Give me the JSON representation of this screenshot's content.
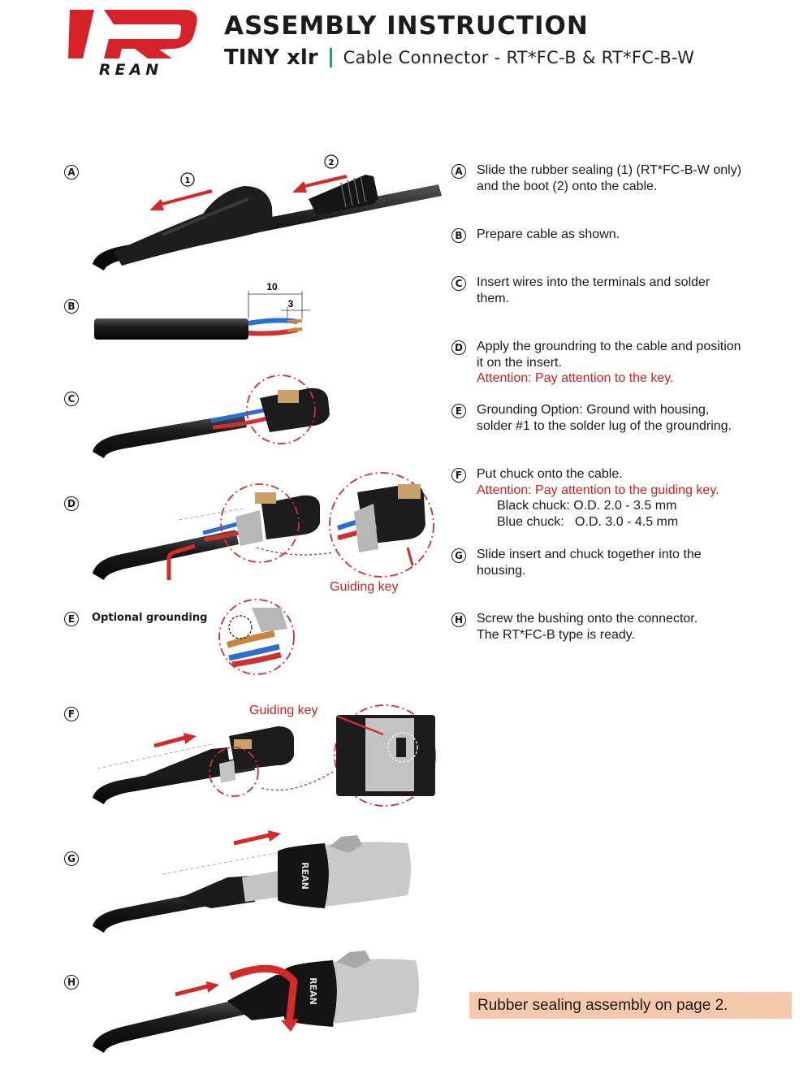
{
  "header": {
    "logo_text": "REAN",
    "title": "ASSEMBLY INSTRUCTION",
    "product_name": "TINY xlr",
    "product_desc": "Cable Connector - RT*FC-B & RT*FC-B-W"
  },
  "colors": {
    "brand_red": "#d8222a",
    "attention_red": "#cc1f1f",
    "separator_green": "#2aa060",
    "note_bg": "#f6c9ad"
  },
  "steps_left": [
    {
      "letter": "A"
    },
    {
      "letter": "B"
    },
    {
      "letter": "C"
    },
    {
      "letter": "D"
    },
    {
      "letter": "E"
    },
    {
      "letter": "F"
    },
    {
      "letter": "G"
    },
    {
      "letter": "H"
    }
  ],
  "figures": {
    "a_arrow_1": "1",
    "a_arrow_2": "2",
    "b_dim_10": "10",
    "b_dim_3": "3",
    "d_guiding_key": "Guiding key",
    "e_optional": "Optional grounding",
    "f_guiding_key": "Guiding key",
    "housing_brand": "REAN"
  },
  "steps_right": [
    {
      "letter": "A",
      "lines": [
        "Slide the rubber sealing (1) (RT*FC-B-W only)",
        "and the boot (2) onto the cable."
      ]
    },
    {
      "letter": "B",
      "lines": [
        "Prepare cable as shown."
      ]
    },
    {
      "letter": "C",
      "lines": [
        "Insert wires into the terminals and solder",
        "them."
      ]
    },
    {
      "letter": "D",
      "lines": [
        "Apply the groundring to the cable and position",
        "it on the insert."
      ],
      "attention": "Attention:  Pay attention to the key."
    },
    {
      "letter": "E",
      "lines": [
        "Grounding Option: Ground with housing,",
        "solder #1 to the solder lug of the groundring."
      ]
    },
    {
      "letter": "F",
      "lines": [
        "Put chuck onto the cable."
      ],
      "attention": "Attention:  Pay attention to the guiding key.",
      "specs": [
        "Black chuck: O.D. 2.0 - 3.5 mm",
        "Blue chuck:   O.D. 3.0 - 4.5 mm"
      ]
    },
    {
      "letter": "G",
      "lines": [
        "Slide insert and chuck together into the",
        "housing."
      ]
    },
    {
      "letter": "H",
      "lines": [
        "Screw the bushing onto the connector.",
        "The RT*FC-B type is ready."
      ]
    }
  ],
  "note": "Rubber sealing assembly on page 2."
}
